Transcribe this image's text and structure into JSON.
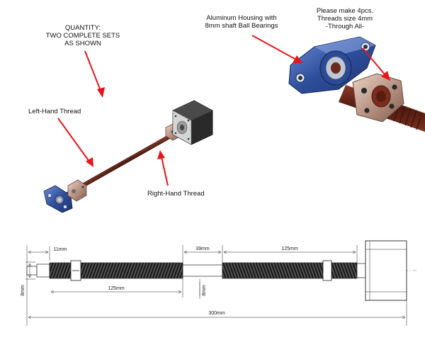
{
  "notes": {
    "quantity": [
      "QUANTITY:",
      "TWO COMPLETE SETS",
      "AS SHOWN"
    ],
    "left_thread": "Left-Hand Thread",
    "right_thread": "Right-Hand Thread",
    "housing": [
      "Aluminum Housing with",
      "8mm shaft Ball Bearings"
    ],
    "make": [
      "Please make 4pcs.",
      "Threads size 4mm",
      "-Through All-"
    ]
  },
  "dimensions": {
    "d_11": "11mm",
    "d_39": "39mm",
    "d_125_right": "125mm",
    "d_125_left": "125mm",
    "d_8_left": "8mm",
    "d_8_mid": "8mm",
    "d_300": "300mm"
  },
  "colors": {
    "arrow": "#e8141b",
    "rod": "#6a2a1c",
    "housing": "#3a5da8",
    "motor": "#2b2b2b"
  }
}
